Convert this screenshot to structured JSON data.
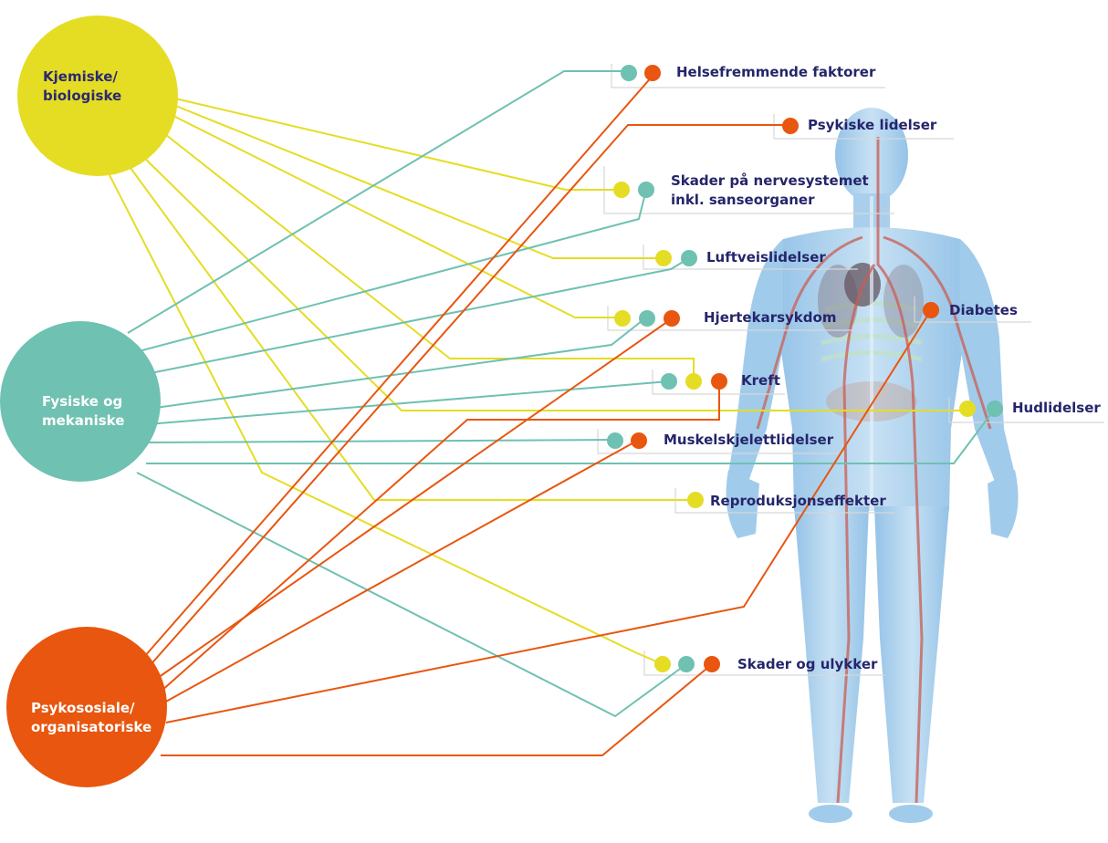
{
  "colors": {
    "chemical": "#e5dd24",
    "physical": "#6fc1b1",
    "psychosocial": "#e8560f",
    "label_text": "#25256b",
    "label_box": "#d7d7d7",
    "body_fill": "#a9cfec"
  },
  "factors": {
    "chemical": {
      "label": "Kjemiske/\nbiologiske"
    },
    "physical": {
      "label": "Fysiske og\nmekaniske"
    },
    "psychosocial": {
      "label": "Psykososiale/\norganisatoriske"
    }
  },
  "outcomes": [
    {
      "id": "helse",
      "label": "Helsefremmende faktorer",
      "factors": [
        "physical",
        "psychosocial"
      ]
    },
    {
      "id": "psykiske",
      "label": "Psykiske lidelser",
      "factors": [
        "psychosocial"
      ]
    },
    {
      "id": "nerve",
      "label": "Skader på nervesystemet\ninkl. sanseorganer",
      "factors": [
        "chemical",
        "physical"
      ]
    },
    {
      "id": "luftvei",
      "label": "Luftveislidelser",
      "factors": [
        "chemical",
        "physical"
      ]
    },
    {
      "id": "hjerte",
      "label": "Hjertekarsykdom",
      "factors": [
        "chemical",
        "physical",
        "psychosocial"
      ]
    },
    {
      "id": "diabetes",
      "label": "Diabetes",
      "factors": [
        "psychosocial"
      ]
    },
    {
      "id": "kreft",
      "label": "Kreft",
      "factors": [
        "physical",
        "chemical",
        "psychosocial"
      ]
    },
    {
      "id": "hud",
      "label": "Hudlidelser",
      "factors": [
        "chemical",
        "physical"
      ]
    },
    {
      "id": "muskel",
      "label": "Muskelskjelettlidelser",
      "factors": [
        "physical",
        "psychosocial"
      ]
    },
    {
      "id": "repro",
      "label": "Reproduksjonseffekter",
      "factors": [
        "chemical"
      ]
    },
    {
      "id": "skader",
      "label": "Skader og ulykker",
      "factors": [
        "chemical",
        "physical",
        "psychosocial"
      ]
    }
  ]
}
